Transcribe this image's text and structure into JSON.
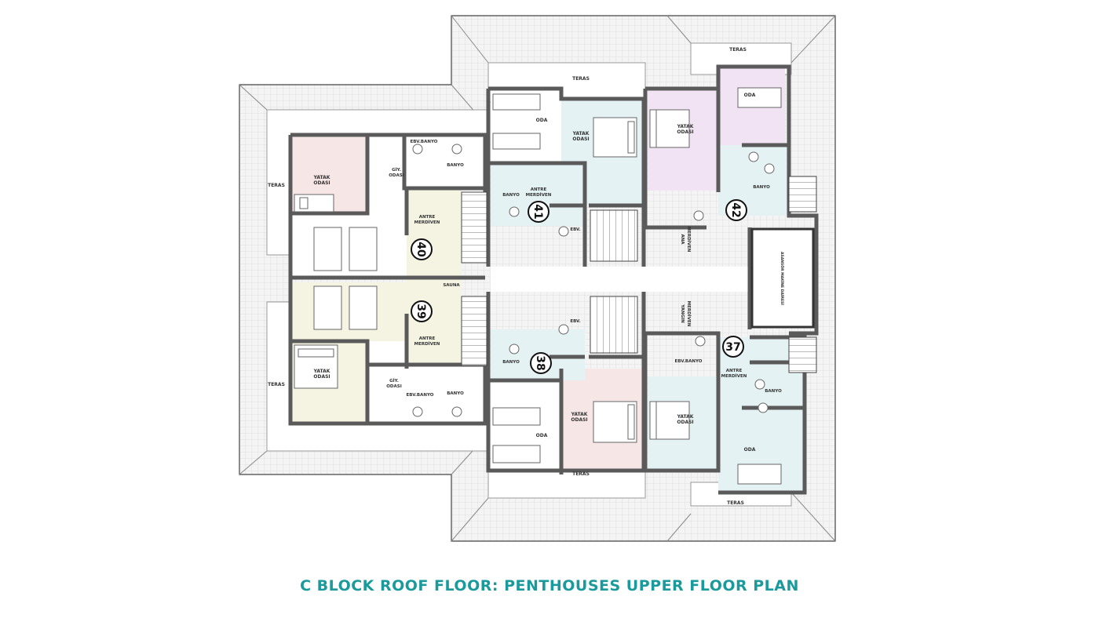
{
  "caption": "C BLOCK ROOF FLOOR: PENTHOUSES UPPER FLOOR PLAN",
  "colors": {
    "caption": "#1a9a9c",
    "roof_tile": "#f3f3f3",
    "wall": "#5a5a5a",
    "pink_room": "#f7e6e6",
    "blue_room": "#e5f2f4",
    "lilac_room": "#f1e3f3",
    "cream_room": "#f5f4e3"
  },
  "units": [
    "40",
    "41",
    "42",
    "39",
    "38",
    "37"
  ],
  "rooms": {
    "teras": "TERAS",
    "yatak_line1": "YATAK",
    "yatak_line2": "ODASI",
    "oda": "ODA",
    "banyo": "BANYO",
    "ebv_banyo": "EBV.BANYO",
    "ebv": "EBV.",
    "giy_line1": "GİY.",
    "giy_line2": "ODASI",
    "antre_line1": "ANTRE",
    "antre_line2": "MERDİVEN",
    "sauna": "SAUNA",
    "ana_merdiven_line1": "ANA",
    "ana_merdiven_line2": "MERDİVEN",
    "yangin_line1": "YANGIN",
    "yangin_line2": "MERDİVEN",
    "asansor": "ASANSÖR MAKİNE DAİRESİ"
  }
}
